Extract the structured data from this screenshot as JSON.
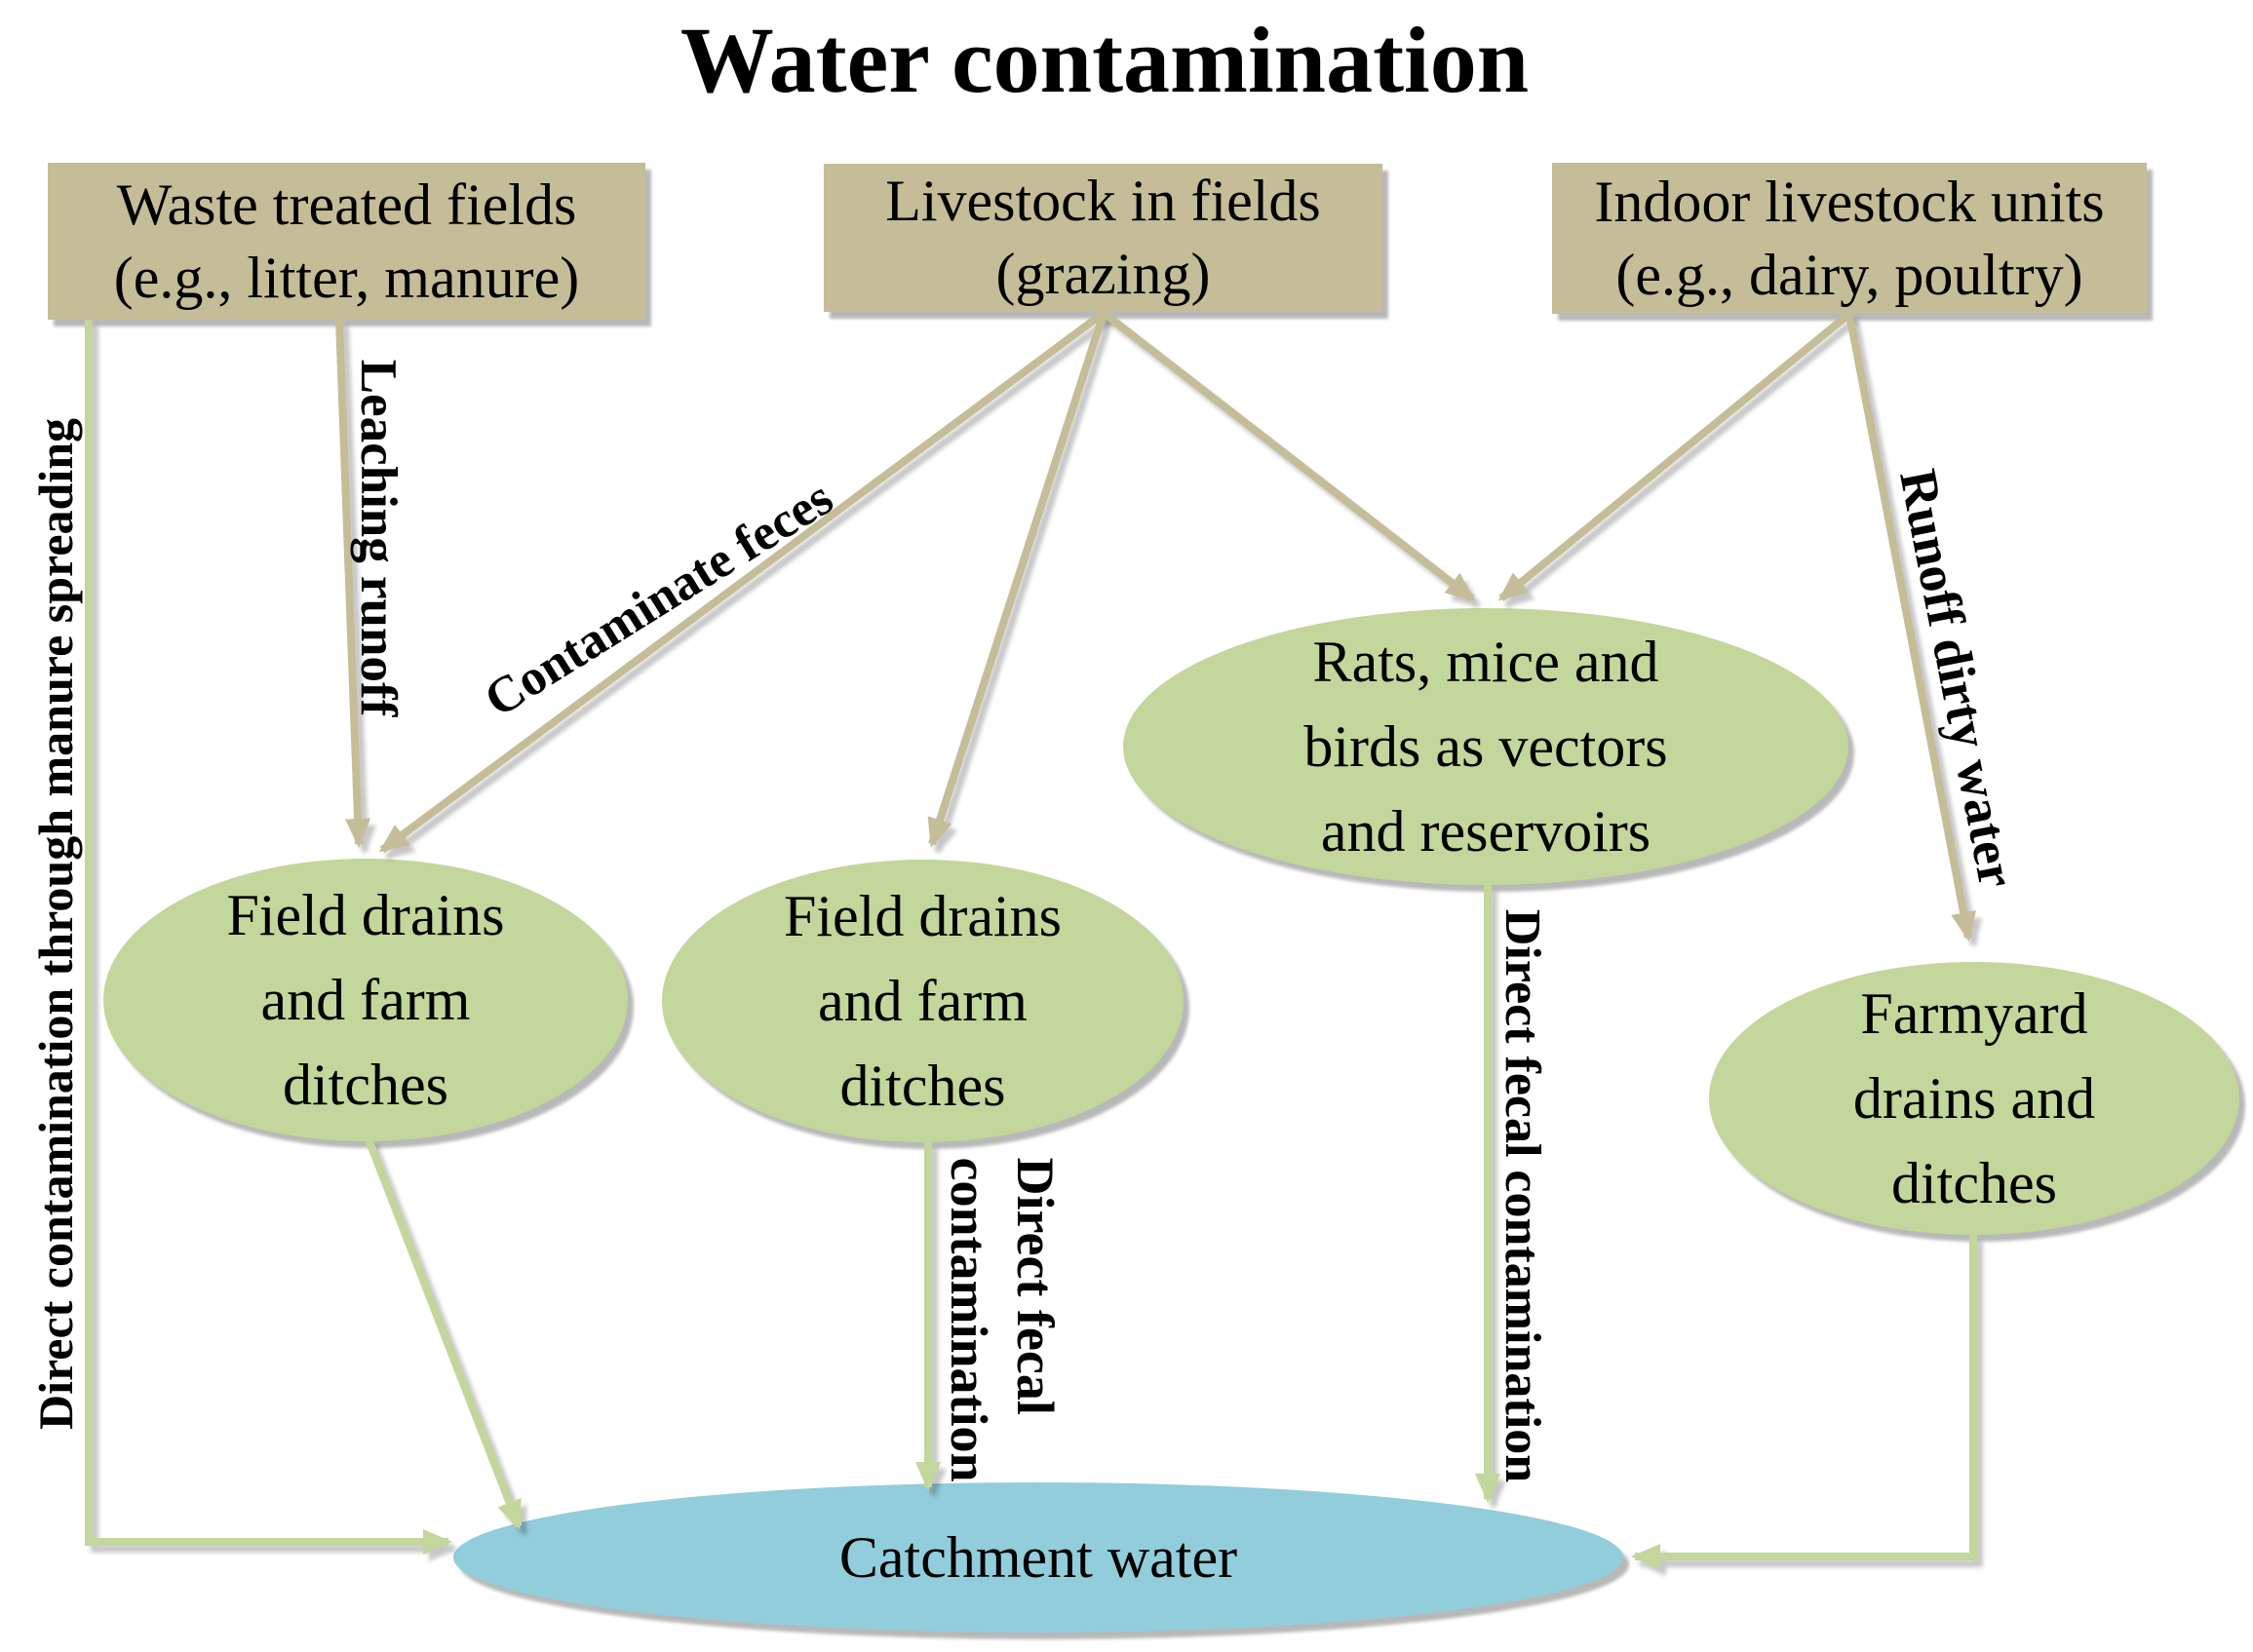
{
  "title": "Water contamination",
  "colors": {
    "background": "#ffffff",
    "text": "#000000",
    "box_fill": "#c4bd97",
    "ellipse_fill": "#c3d69b",
    "water_fill": "#92cddc",
    "tan_arrow": "#c4bd97",
    "green_arrow": "#c3d69b"
  },
  "sources": {
    "waste_treated_fields": "Waste treated fields\n(e.g., litter, manure)",
    "livestock_in_fields": "Livestock in fields\n(grazing)",
    "indoor_livestock_units": "Indoor livestock units\n(e.g., dairy, poultry)"
  },
  "nodes": {
    "field_drains_left": "Field drains\nand farm\nditches",
    "field_drains_mid": "Field drains\nand farm\nditches",
    "rats_mice_birds": "Rats, mice and\nbirds as vectors\nand reservoirs",
    "farmyard_drains": "Farmyard\ndrains and\nditches",
    "catchment_water": "Catchment water"
  },
  "edge_labels": {
    "direct_contamination_manure": "Direct contamination through manure spreading",
    "leaching_runoff": "Leaching runoff",
    "contaminate_feces": "Contaminate feces",
    "runoff_dirty_water": "Runoff dirty water",
    "direct_fecal_contamination_mid": "Direct fecal\ncontamination",
    "direct_fecal_contamination_rats": "Direct fecal contamination"
  }
}
